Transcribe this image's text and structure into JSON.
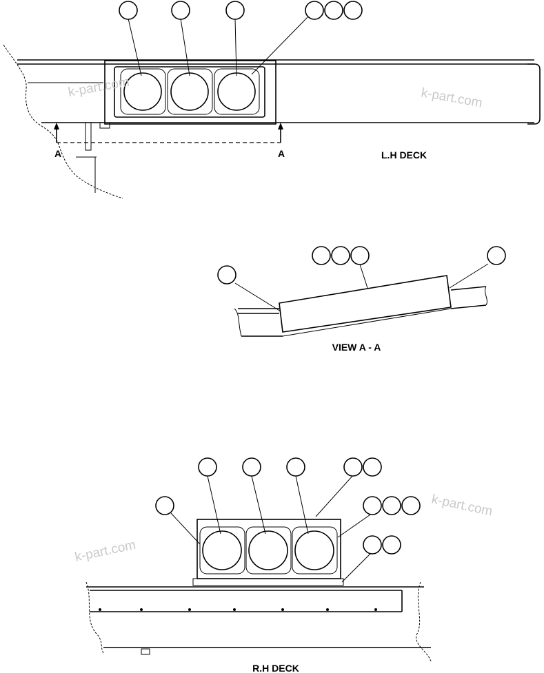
{
  "labels": {
    "lh_deck": "L.H DECK",
    "section_mark": "A",
    "view": "VIEW A - A",
    "rh_deck": "R.H DECK"
  },
  "watermark": "k-part.com",
  "callout_balloons": {
    "lh_deck": [
      1,
      1,
      1,
      3
    ],
    "view_a_a": [
      1,
      3,
      1
    ],
    "rh_deck": [
      1,
      1,
      1,
      2,
      1,
      3,
      2
    ]
  }
}
